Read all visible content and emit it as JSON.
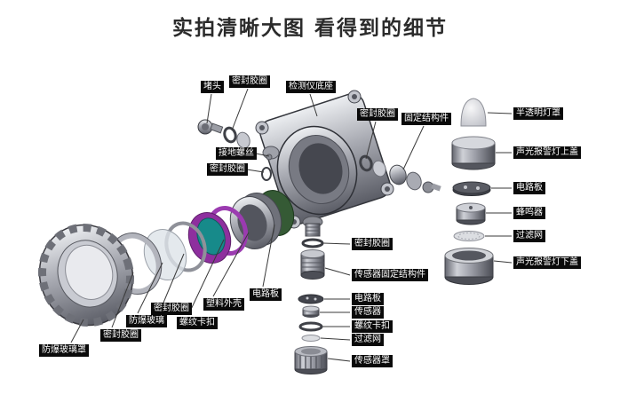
{
  "title": "实拍清晰大图 看得到的细节",
  "labels": [
    {
      "id": "plug",
      "text": "堵头"
    },
    {
      "id": "seal-ring-1",
      "text": "密封胶圈"
    },
    {
      "id": "detector-base",
      "text": "检测仪底座"
    },
    {
      "id": "seal-ring-2",
      "text": "密封胶圈"
    },
    {
      "id": "fixing-structure",
      "text": "固定结构件"
    },
    {
      "id": "translucent-lamp-cover",
      "text": "半透明灯罩"
    },
    {
      "id": "alarm-lamp-upper-cover",
      "text": "声光报警灯上盖"
    },
    {
      "id": "circuit-board-top",
      "text": "电路板"
    },
    {
      "id": "buzzer",
      "text": "蜂鸣器"
    },
    {
      "id": "filter-mesh-1",
      "text": "过滤网"
    },
    {
      "id": "alarm-lamp-lower-cover",
      "text": "声光报警灯下盖"
    },
    {
      "id": "grounding-screw",
      "text": "接地螺丝"
    },
    {
      "id": "seal-ring-3",
      "text": "密封胶圈"
    },
    {
      "id": "seal-ring-4",
      "text": "密封胶圈"
    },
    {
      "id": "sensor-fixing-structure",
      "text": "传感器固定结构件"
    },
    {
      "id": "circuit-board-sensor",
      "text": "电路板"
    },
    {
      "id": "sensor",
      "text": "传感器"
    },
    {
      "id": "thread-buckle-1",
      "text": "螺纹卡扣"
    },
    {
      "id": "filter-mesh-2",
      "text": "过滤网"
    },
    {
      "id": "sensor-cover",
      "text": "传感器罩"
    },
    {
      "id": "circuit-board-left",
      "text": "电路板"
    },
    {
      "id": "plastic-shell",
      "text": "塑料外壳"
    },
    {
      "id": "thread-buckle-2",
      "text": "螺纹卡扣"
    },
    {
      "id": "seal-ring-5",
      "text": "密封胶圈"
    },
    {
      "id": "explosion-proof-glass",
      "text": "防爆玻璃"
    },
    {
      "id": "seal-ring-6",
      "text": "密封胶圈"
    },
    {
      "id": "explosion-proof-glass-cover",
      "text": "防爆玻璃罩"
    }
  ],
  "colors": {
    "background": "#ffffff",
    "title_text": "#2b2b2b",
    "label_bg": "#0a0a0a",
    "label_text": "#ffffff",
    "display_purple": "#8e2f9e",
    "display_teal": "#178a8a"
  }
}
